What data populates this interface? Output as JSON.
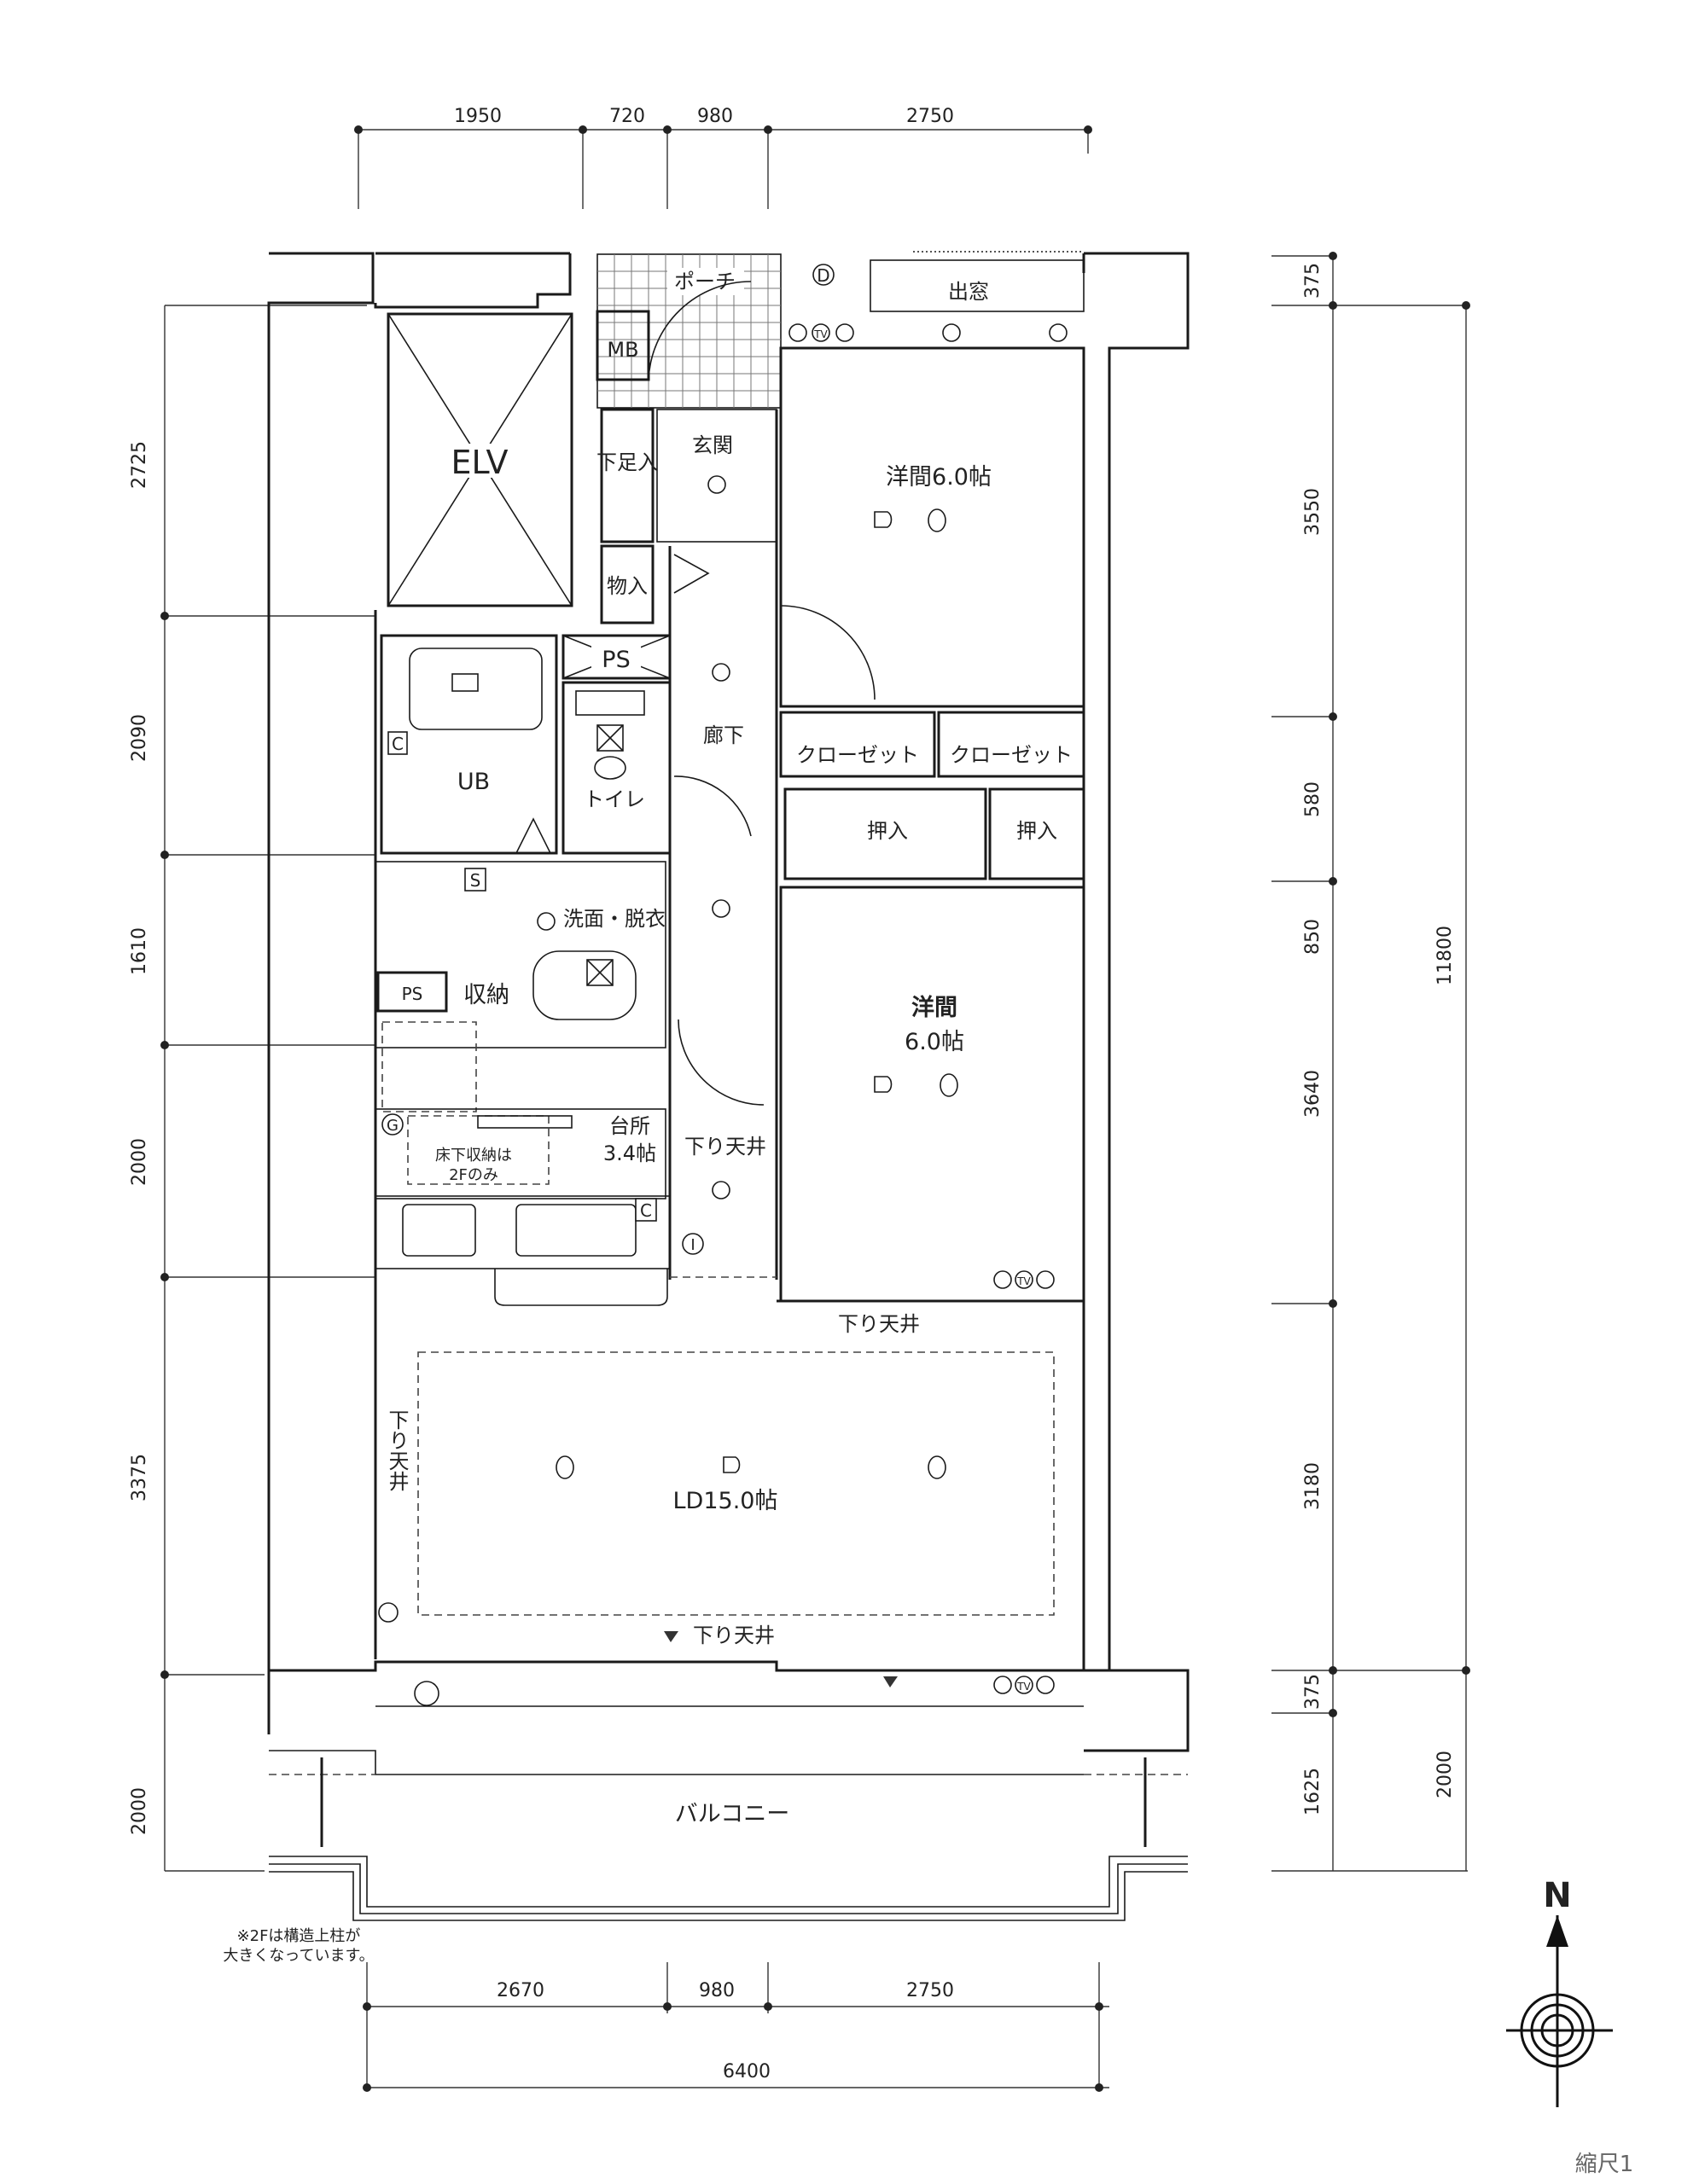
{
  "dimensions": {
    "top": [
      "1950",
      "720",
      "980",
      "2750"
    ],
    "bottom": [
      "2670",
      "980",
      "2750"
    ],
    "bottom_total": "6400",
    "left": [
      "2725",
      "2090",
      "1610",
      "2000",
      "3375",
      "2000"
    ],
    "right_inner": [
      "375",
      "3550",
      "580",
      "850",
      "3640",
      "3180",
      "375",
      "1625"
    ],
    "right_total": "11800",
    "right_balcony": "2000"
  },
  "rooms": {
    "porch": "ポーチ",
    "bay_window": "出窓",
    "mb": "MB",
    "elv": "ELV",
    "entrance": "玄関",
    "shoe_storage": "下足入",
    "storage": "物入",
    "ps_upper": "PS",
    "ps_lower": "PS",
    "western_room_1": "洋間6.0帖",
    "closet_1": "クローゼット",
    "closet_2": "クローゼット",
    "oshiire_1": "押入",
    "oshiire_2": "押入",
    "corridor": "廊下",
    "ub": "UB",
    "toilet": "トイレ",
    "washroom": "洗面・脱衣",
    "shuno": "収納",
    "western_room_2_title": "洋間",
    "western_room_2_size": "6.0帖",
    "kitchen": "台所",
    "kitchen_size": "3.4帖",
    "underfloor_line1": "床下収納は",
    "underfloor_line2": "2Fのみ",
    "lowered_ceiling_1": "下り天井",
    "lowered_ceiling_2": "下り天井",
    "lowered_ceiling_left": "下り天井",
    "lowered_ceiling_3": "下り天井",
    "ld": "LD15.0帖",
    "balcony": "バルコニー"
  },
  "symbols": {
    "s": "S",
    "c_ub": "C",
    "c_kitchen": "C",
    "g": "G",
    "d": "D",
    "i": "I",
    "tv": "TV"
  },
  "note_line1": "※2Fは構造上柱が",
  "note_line2": "大きくなっています。",
  "compass_label": "N",
  "scale_label": "縮尺1"
}
